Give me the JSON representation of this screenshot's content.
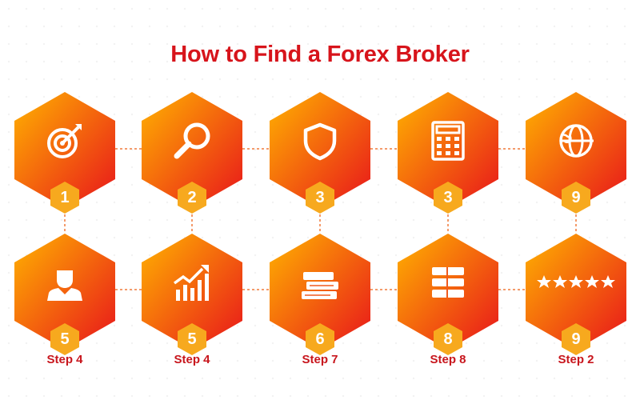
{
  "title": "How to Find a Forex Broker",
  "steps": [
    {
      "icon": "target-icon",
      "number": "1"
    },
    {
      "icon": "magnifier-icon",
      "number": "2"
    },
    {
      "icon": "shield-icon",
      "number": "3"
    },
    {
      "icon": "calculator-icon",
      "number": "3"
    },
    {
      "icon": "globe-icon",
      "number": "9"
    },
    {
      "icon": "person-icon",
      "number": "5",
      "caption": "Step 4"
    },
    {
      "icon": "growth-chart-icon",
      "number": "5",
      "caption": "Step 4"
    },
    {
      "icon": "books-icon",
      "number": "6",
      "caption": "Step 7"
    },
    {
      "icon": "stack-icon",
      "number": "8",
      "caption": "Step 8"
    },
    {
      "icon": "stars-icon",
      "number": "9",
      "caption": "Step 2"
    }
  ],
  "colors": {
    "title": "#d7141b",
    "gradient_start": "#ffb300",
    "gradient_end": "#e8141b",
    "badge": "#f7a91e",
    "connector": "#f07a3a",
    "caption": "#c8161d"
  }
}
